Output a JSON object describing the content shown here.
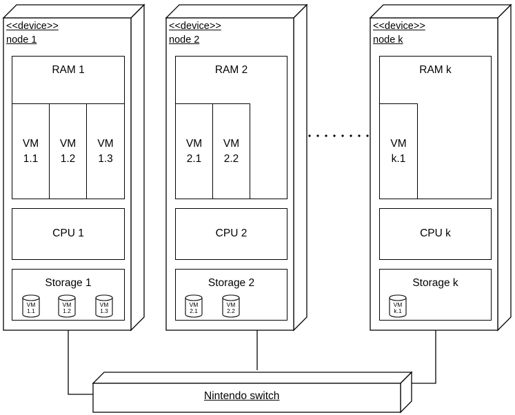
{
  "nodes": [
    {
      "stereotype": "<<device>>",
      "name": "node 1",
      "ram": "RAM 1",
      "vms": [
        [
          "VM",
          "1.1"
        ],
        [
          "VM",
          "1.2"
        ],
        [
          "VM",
          "1.3"
        ]
      ],
      "cpu": "CPU 1",
      "storage": "Storage 1",
      "disks": [
        [
          "VM",
          "1.1"
        ],
        [
          "VM",
          "1.2"
        ],
        [
          "VM",
          "1.3"
        ]
      ]
    },
    {
      "stereotype": "<<device>>",
      "name": "node 2",
      "ram": "RAM 2",
      "vms": [
        [
          "VM",
          "2.1"
        ],
        [
          "VM",
          "2.2"
        ]
      ],
      "cpu": "CPU 2",
      "storage": "Storage 2",
      "disks": [
        [
          "VM",
          "2.1"
        ],
        [
          "VM",
          "2.2"
        ]
      ]
    },
    {
      "stereotype": "<<device>>",
      "name": "node k",
      "ram": "RAM k",
      "vms": [
        [
          "VM",
          "k.1"
        ]
      ],
      "cpu": "CPU k",
      "storage": "Storage k",
      "disks": [
        [
          "VM",
          "k.1"
        ]
      ]
    }
  ],
  "switch": {
    "label": "Nintendo switch"
  }
}
